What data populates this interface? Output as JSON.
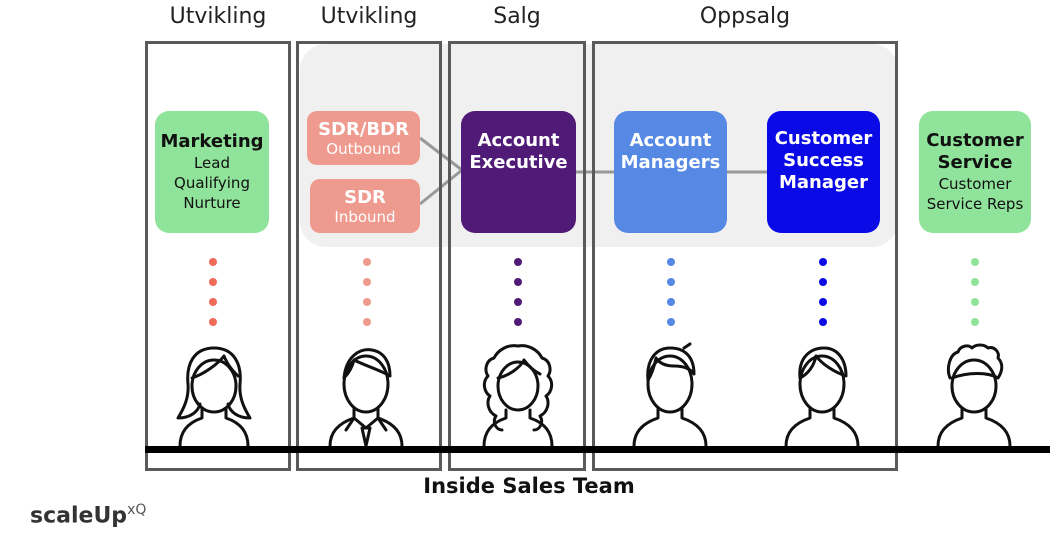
{
  "headers": [
    "Utvikling",
    "Utvikling",
    "Salg",
    "Oppsalg"
  ],
  "cards": {
    "marketing": {
      "title": "Marketing",
      "lines": [
        "Lead",
        "Qualifying",
        "Nurture"
      ]
    },
    "sdr_bdr": {
      "title": "SDR/BDR",
      "sub": "Outbound"
    },
    "sdr": {
      "title": "SDR",
      "sub": "Inbound"
    },
    "ae": {
      "title": "Account",
      "title2": "Executive"
    },
    "am": {
      "title": "Account",
      "title2": "Managers"
    },
    "csm": {
      "title": "Customer",
      "title2": "Success",
      "title3": "Manager"
    },
    "cs": {
      "title": "Customer",
      "title2": "Service",
      "lines": [
        "Customer",
        "Service Reps"
      ]
    }
  },
  "footer": "Inside Sales Team",
  "logo": {
    "name": "scaleUp",
    "sup": "xQ"
  },
  "colors": {
    "marketing": "#90e39a",
    "sdr": "#ee9a8e",
    "ae": "#4f1b77",
    "am": "#5689e3",
    "csm": "#0a0ae6",
    "cs": "#90e39a",
    "dot_marketing": "#ee6b5a",
    "dot_sdr": "#ee9a8e",
    "dot_ae": "#4f1b77",
    "dot_am": "#5689e3",
    "dot_csm": "#0a0ae6",
    "dot_cs": "#90e39a"
  },
  "people_icons": [
    "woman-long-hair-icon",
    "man-tie-icon",
    "woman-curly-hair-icon",
    "man-icon",
    "man-side-part-icon",
    "man-curly-hair-icon"
  ]
}
